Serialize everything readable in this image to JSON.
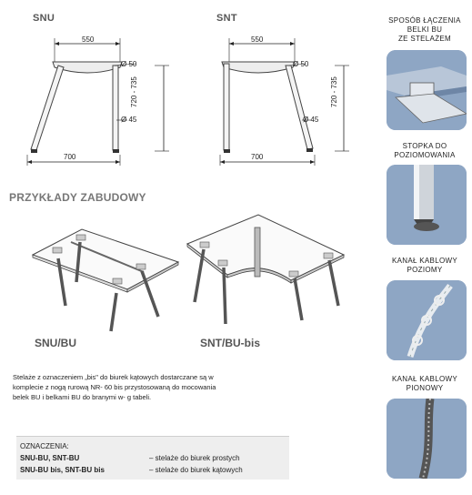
{
  "top_left": {
    "label": "SNU",
    "dim_width": "550",
    "dim_bottom": "700",
    "dim_height": "720 - 735",
    "diam_top": "Ø 50",
    "diam_bottom": "Ø 45"
  },
  "top_right": {
    "label": "SNT",
    "dim_width": "550",
    "dim_bottom": "700",
    "dim_height": "720 - 735",
    "diam_top": "Ø 50",
    "diam_bottom": "Ø 45"
  },
  "examples": {
    "heading": "PRZYKŁADY ZABUDOWY",
    "left_name": "SNU/BU",
    "right_name": "SNT/BU-bis"
  },
  "description": [
    "Stelaże z oznaczeniem „bis\" do biurek kątowych dostarczane są w",
    "komplecie z nogą rurową NR- 60 bis przystosowaną do mocowania",
    "belek BU i belkami BU do branymi w- g tabeli."
  ],
  "legend": {
    "title": "OZNACZENIA:",
    "rows": [
      {
        "code": "SNU-BU, SNT-BU",
        "desc": "– stelaże do biurek prostych"
      },
      {
        "code": "SNU-BU bis, SNT-BU bis",
        "desc": "– stelaże do biurek kątowych"
      }
    ]
  },
  "sidebar": {
    "panels": [
      {
        "caption": [
          "SPOSÓB ŁĄCZENIA",
          "BELKI BU",
          "ZE STELAŻEM"
        ]
      },
      {
        "caption": [
          "STOPKA DO",
          "POZIOMOWANIA"
        ]
      },
      {
        "caption": [
          "KANAŁ KABLOWY",
          "POZIOMY"
        ]
      },
      {
        "caption": [
          "KANAŁ KABLOWY",
          "PIONOWY"
        ]
      }
    ]
  }
}
